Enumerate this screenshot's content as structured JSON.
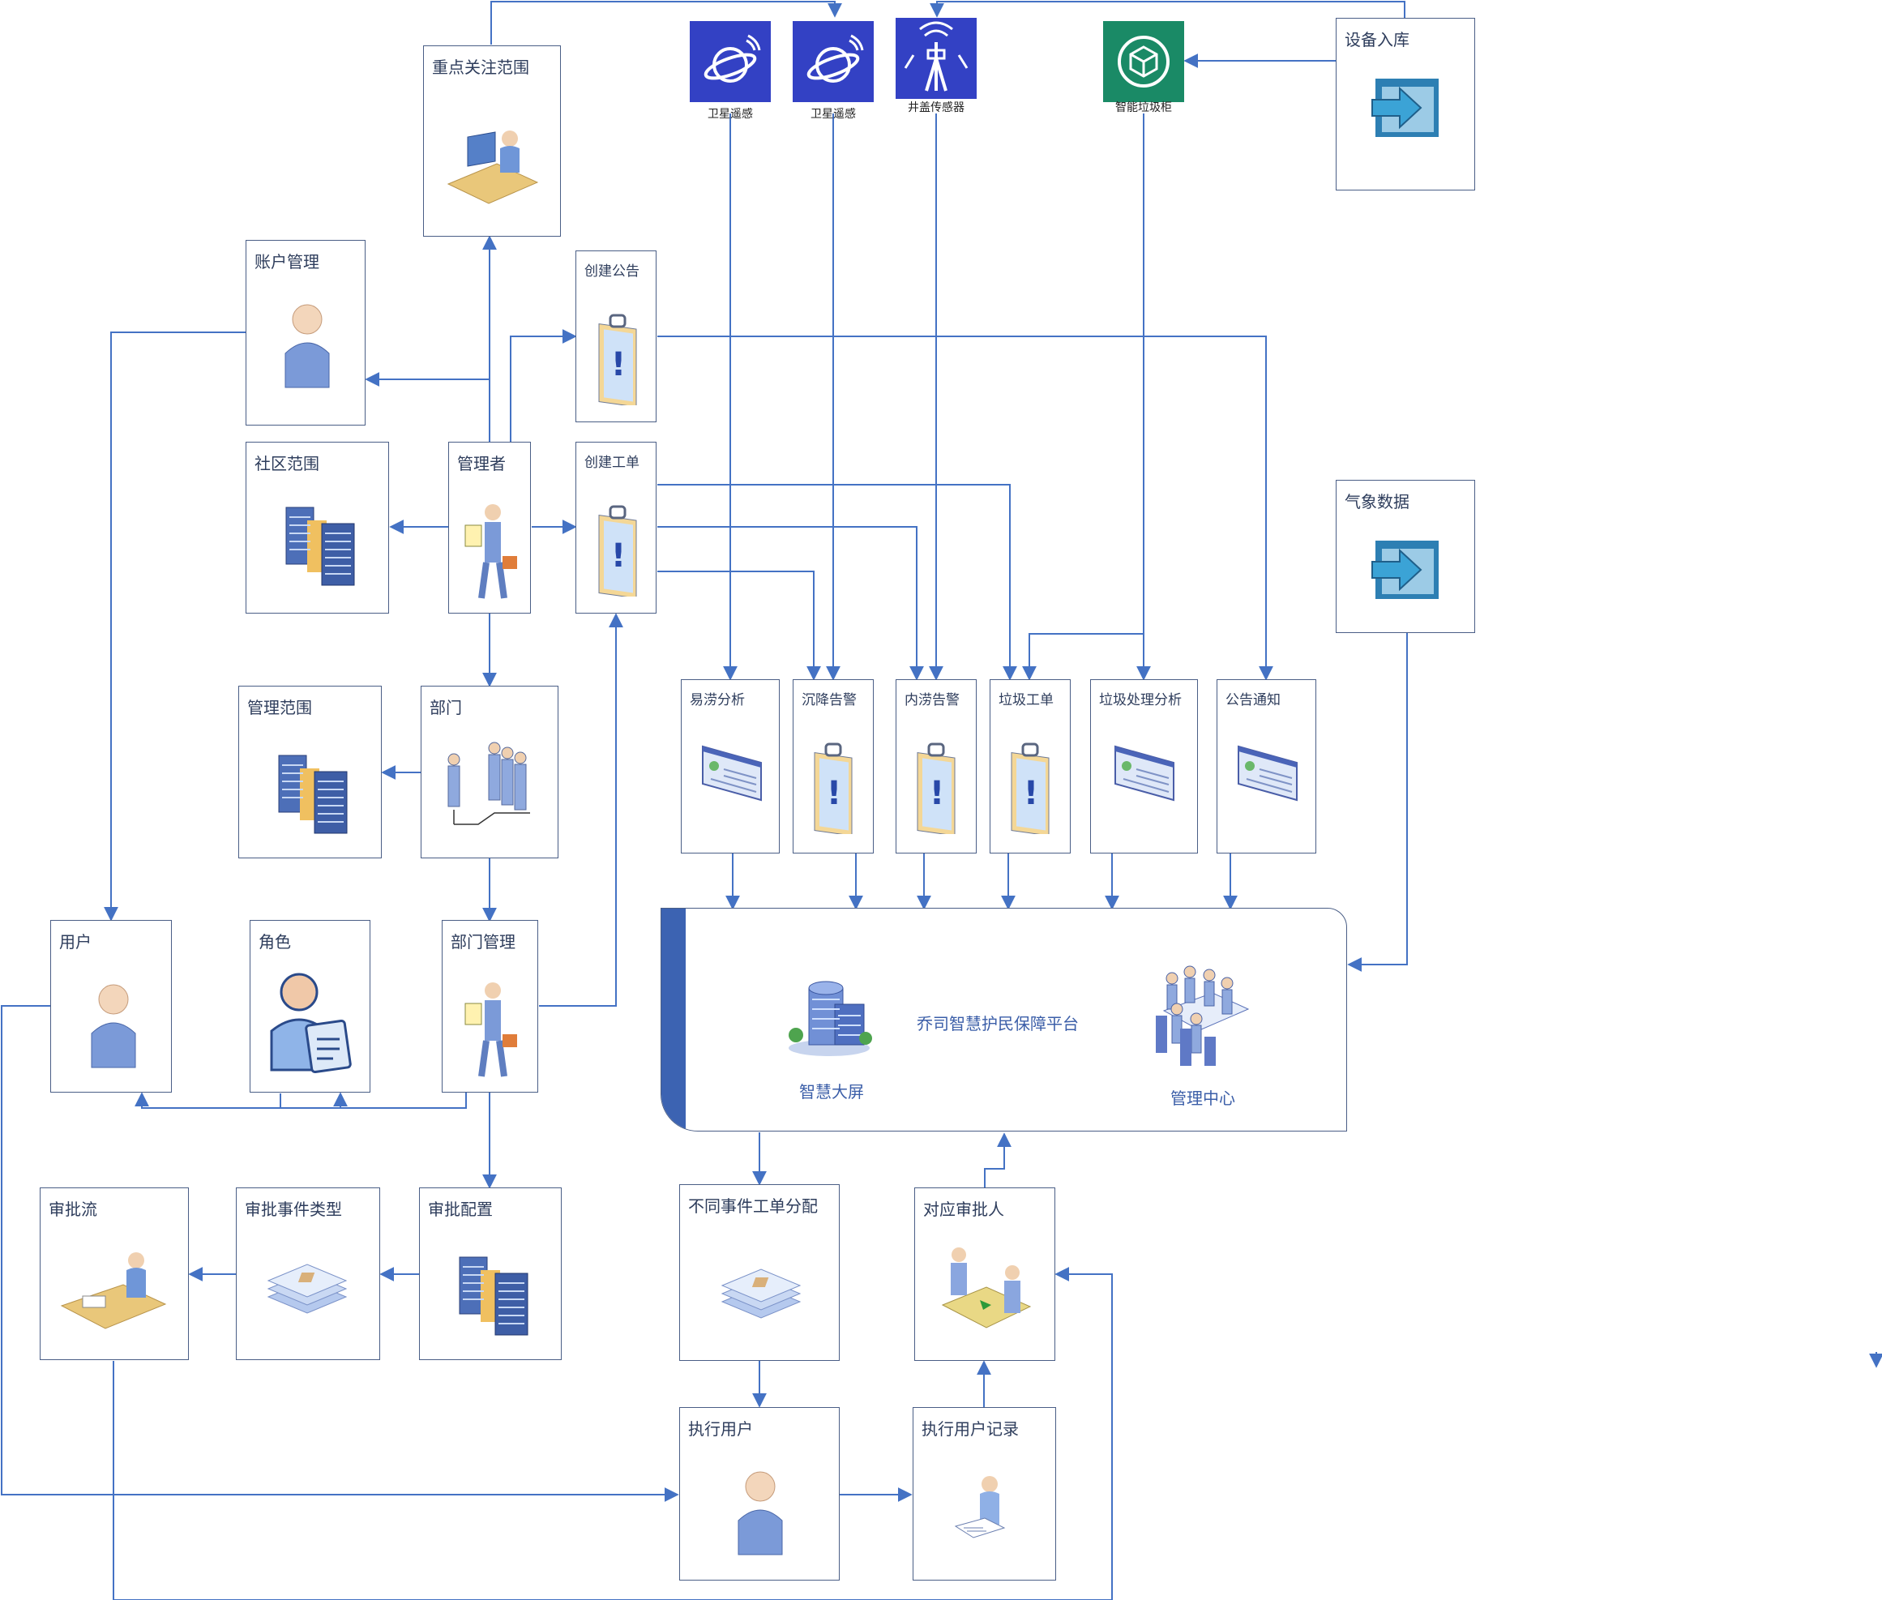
{
  "nodes": {
    "focus": "重点关注范围",
    "account": "账户管理",
    "announce": "创建公告",
    "community": "社区范围",
    "manager": "管理者",
    "workorder": "创建工单",
    "scope": "管理范围",
    "dept": "部门",
    "user": "用户",
    "role": "角色",
    "deptmgr": "部门管理",
    "flow": "审批流",
    "evtype": "审批事件类型",
    "apcfg": "审批配置",
    "dispatch": "不同事件工单分配",
    "approver": "对应审批人",
    "exec": "执行用户",
    "execlog": "执行用户记录",
    "stock": "设备入库",
    "weather": "气象数据",
    "waterlog": "易涝分析",
    "subside": "沉降告警",
    "inner": "内涝告警",
    "garbage": "垃圾工单",
    "garbagean": "垃圾处理分析",
    "notice": "公告通知"
  },
  "devices": {
    "sat1": "卫星遥感",
    "sat2": "卫星遥感",
    "well": "井盖传感器",
    "bin": "智能垃圾柜"
  },
  "platform": {
    "title": "乔司智慧护民保障平台",
    "screen": "智慧大屏",
    "center": "管理中心"
  },
  "colors": {
    "line": "#4472c4",
    "border": "#4a5e86",
    "device_blue": "#3341c4",
    "device_green": "#1a8a66",
    "platform_bar": "#3c63b2"
  }
}
